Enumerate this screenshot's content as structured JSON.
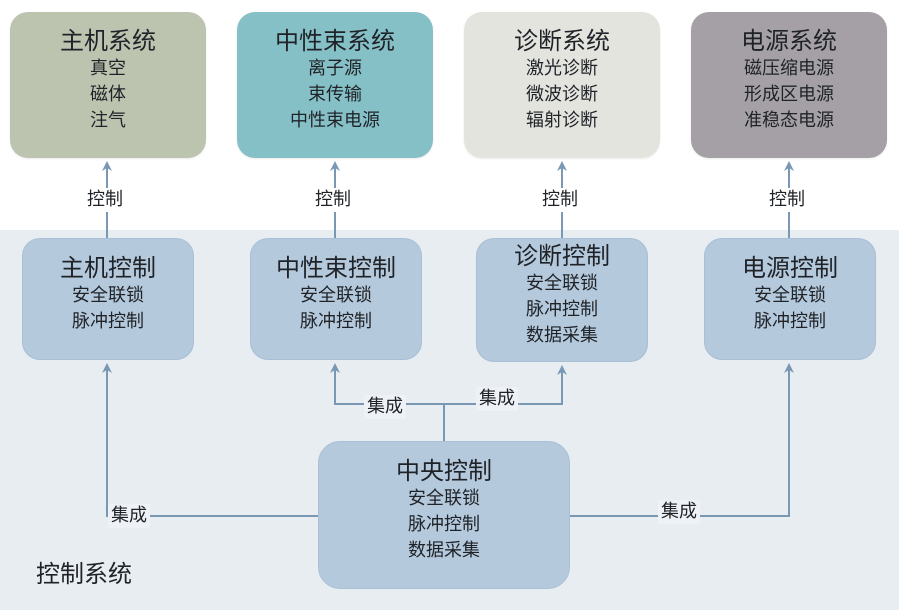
{
  "colors": {
    "host_box": "#bcc4b0",
    "beam_box": "#86c0c7",
    "diag_box": "#e4e4de",
    "power_box": "#a5a0a5",
    "control_box": "#b5c9dd",
    "control_panel": "#e8edf2",
    "connector": "#7a98b3"
  },
  "subsystems": [
    {
      "title": "主机系统",
      "items": [
        "真空",
        "磁体",
        "注气"
      ]
    },
    {
      "title": "中性束系统",
      "items": [
        "离子源",
        "束传输",
        "中性束电源"
      ]
    },
    {
      "title": "诊断系统",
      "items": [
        "激光诊断",
        "微波诊断",
        "辐射诊断"
      ]
    },
    {
      "title": "电源系统",
      "items": [
        "磁压缩电源",
        "形成区电源",
        "准稳态电源"
      ]
    }
  ],
  "control_labels": [
    "控制",
    "控制",
    "控制",
    "控制"
  ],
  "controllers": [
    {
      "title": "主机控制",
      "items": [
        "安全联锁",
        "脉冲控制"
      ]
    },
    {
      "title": "中性束控制",
      "items": [
        "安全联锁",
        "脉冲控制"
      ]
    },
    {
      "title": "诊断控制",
      "items": [
        "安全联锁",
        "脉冲控制",
        "数据采集"
      ]
    },
    {
      "title": "电源控制",
      "items": [
        "安全联锁",
        "脉冲控制"
      ]
    }
  ],
  "central": {
    "title": "中央控制",
    "items": [
      "安全联锁",
      "脉冲控制",
      "数据采集"
    ]
  },
  "integration_labels": [
    "集成",
    "集成",
    "集成",
    "集成"
  ],
  "system_label": "控制系统"
}
